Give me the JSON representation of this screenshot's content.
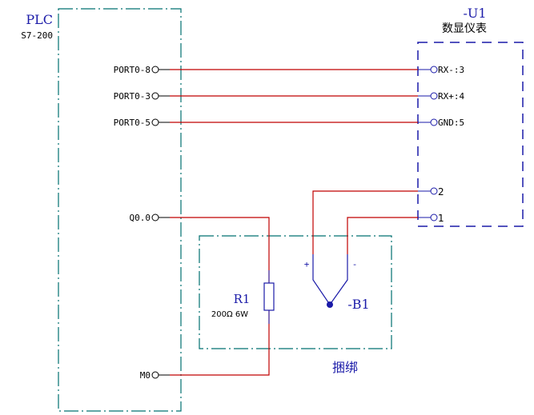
{
  "diagram": {
    "type": "electrical-schematic",
    "colors": {
      "wire": "#c00000",
      "plc_boundary": "#007070",
      "device_boundary": "#1a1aa8",
      "component": "#1a1aa8",
      "label_blue": "#1a1aa8",
      "label_black": "#000000"
    },
    "plc": {
      "title": "PLC",
      "model": "S7-200",
      "terminals": [
        {
          "id": "port0-8",
          "label": "PORT0-8"
        },
        {
          "id": "port0-3",
          "label": "PORT0-3"
        },
        {
          "id": "port0-5",
          "label": "PORT0-5"
        },
        {
          "id": "q0-0",
          "label": "Q0.0"
        },
        {
          "id": "m0",
          "label": "M0"
        }
      ]
    },
    "display_meter": {
      "tag": "-U1",
      "name": "数显仪表",
      "terminals": [
        {
          "id": "rx-minus",
          "label": "RX-:3"
        },
        {
          "id": "rx-plus",
          "label": "RX+:4"
        },
        {
          "id": "gnd",
          "label": "GND:5"
        },
        {
          "id": "t2",
          "label": "2"
        },
        {
          "id": "t1",
          "label": "1"
        }
      ]
    },
    "bundle": {
      "label": "捆绑"
    },
    "resistor": {
      "tag": "R1",
      "rating": "200Ω 6W"
    },
    "thermocouple": {
      "tag": "-B1",
      "plus": "+",
      "minus": "-"
    },
    "connections": [
      {
        "from": "PORT0-8",
        "to": "RX-:3"
      },
      {
        "from": "PORT0-3",
        "to": "RX+:4"
      },
      {
        "from": "PORT0-5",
        "to": "GND:5"
      },
      {
        "from": "Q0.0",
        "to": "R1"
      },
      {
        "from": "R1",
        "to": "M0"
      },
      {
        "from": "-B1 +",
        "to": "2"
      },
      {
        "from": "-B1 -",
        "to": "1"
      }
    ]
  }
}
